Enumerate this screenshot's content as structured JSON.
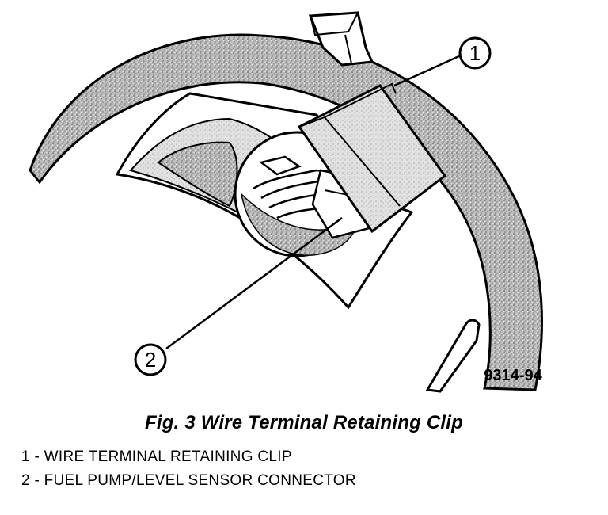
{
  "figure": {
    "callouts": [
      {
        "number": "1"
      },
      {
        "number": "2"
      }
    ],
    "figure_id": "9314-94",
    "caption": "Fig. 3 Wire Terminal Retaining Clip"
  },
  "legend": [
    {
      "text": "1 - WIRE TERMINAL RETAINING CLIP"
    },
    {
      "text": "2 - FUEL PUMP/LEVEL SENSOR CONNECTOR"
    }
  ]
}
